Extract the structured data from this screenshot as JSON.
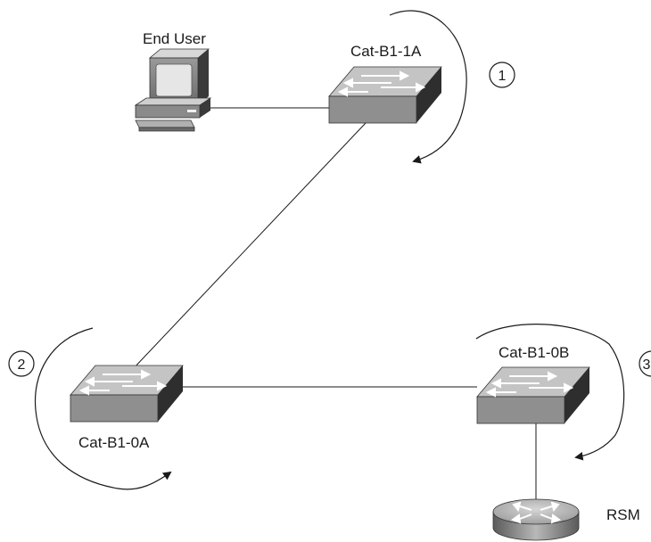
{
  "devices": {
    "end_user": {
      "label": "End User",
      "icon": "workstation-icon"
    },
    "cat_b1_1a": {
      "label": "Cat-B1-1A",
      "icon": "switch-icon"
    },
    "cat_b1_0a": {
      "label": "Cat-B1-0A",
      "icon": "switch-icon"
    },
    "cat_b1_0b": {
      "label": "Cat-B1-0B",
      "icon": "switch-icon"
    },
    "rsm": {
      "label": "RSM",
      "icon": "router-icon"
    }
  },
  "steps": [
    {
      "number": "1"
    },
    {
      "number": "2"
    },
    {
      "number": "3"
    }
  ],
  "colors": {
    "line": "#1a1a1a",
    "switch_top": "#c4c4c4",
    "switch_front": "#8f8f8f",
    "switch_side": "#2e2e2e"
  }
}
